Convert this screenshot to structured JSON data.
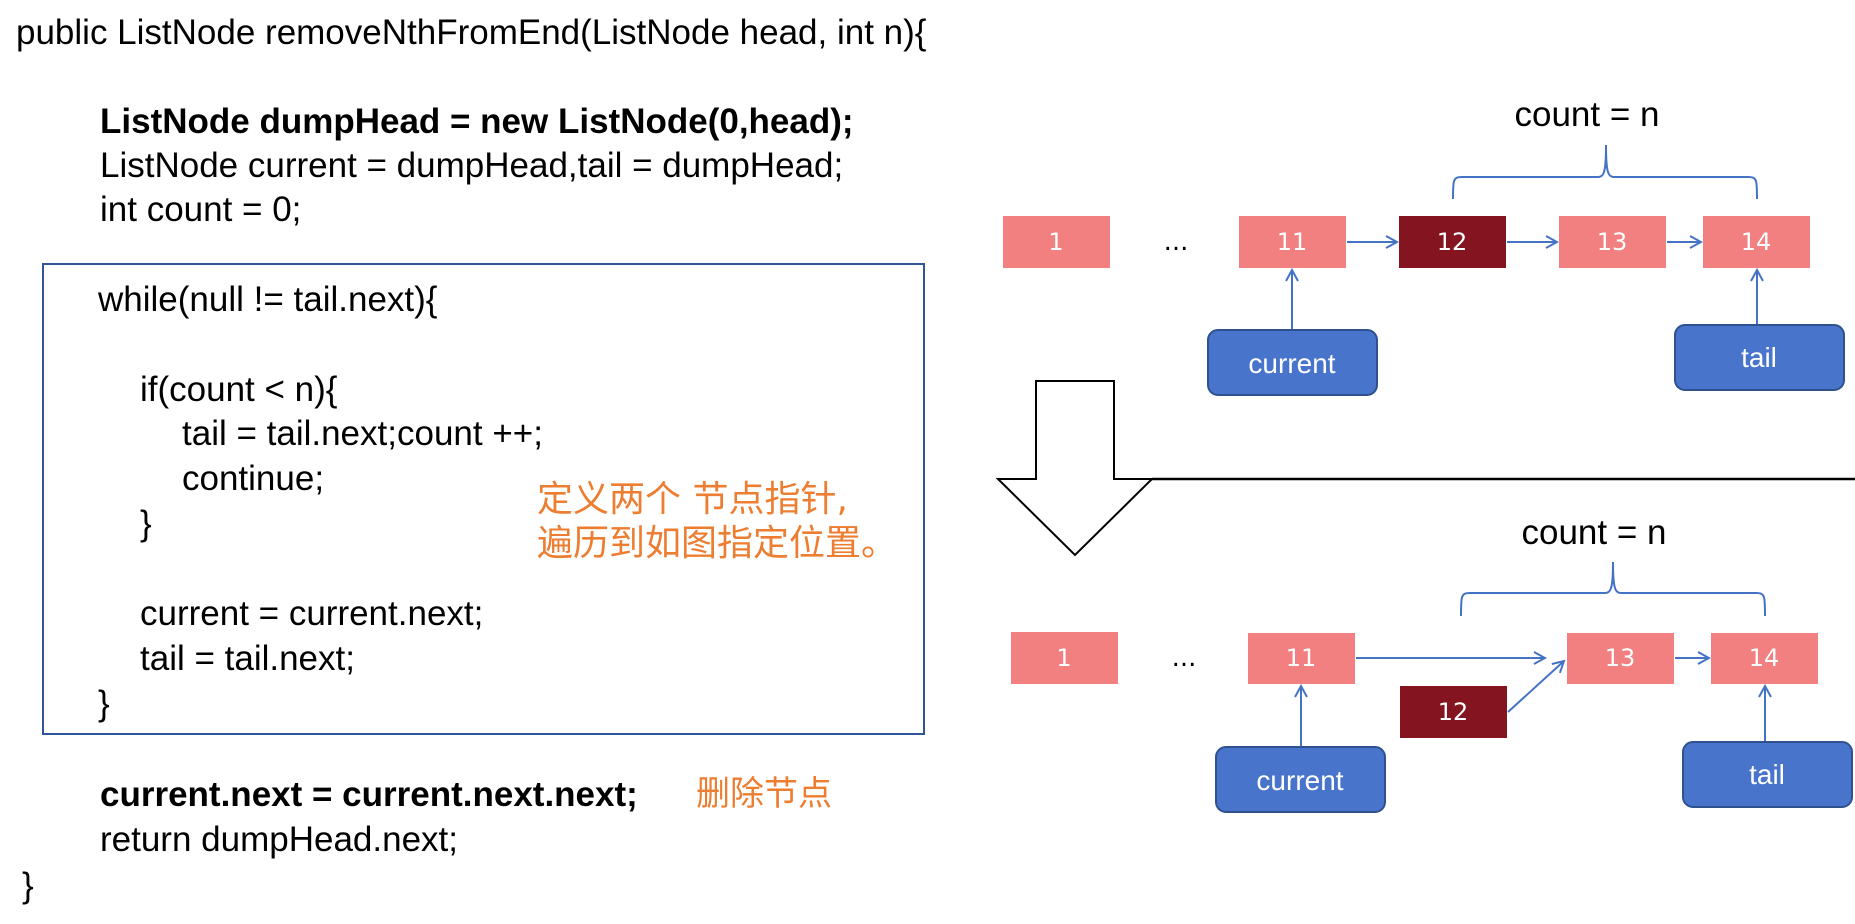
{
  "code": {
    "signature": "public ListNode removeNthFromEnd(ListNode head, int n){",
    "line_dump_head": "ListNode dumpHead = new ListNode(0,head);",
    "line_pointers": "ListNode current = dumpHead,tail = dumpHead;",
    "line_count": "int count = 0;",
    "loop": {
      "while_line": "while(null != tail.next){",
      "if_line": "if(count < n){",
      "advance_tail": "tail = tail.next;count ++;",
      "continue_line": "continue;",
      "if_close": "}",
      "advance_current": "current = current.next;",
      "advance_tail_2": "tail = tail.next;",
      "while_close": "}"
    },
    "delete_line": "current.next = current.next.next;",
    "return_line": "return dumpHead.next;",
    "method_close": "}"
  },
  "annotations": {
    "loop_note_line1": "定义两个 节点指针,",
    "loop_note_line2": "遍历到如图指定位置。",
    "delete_note": "删除节点"
  },
  "diagram": {
    "colors": {
      "node": "#F28080",
      "removed_node": "#84141F",
      "pointer": "#4874CB",
      "pointer_border": "#2F528F",
      "arrow": "#4472C4",
      "note": "#ED7D31",
      "loop_border": "#2F5597"
    },
    "ellipsis": "...",
    "before": {
      "count_label": "count = n",
      "nodes": [
        "1",
        "11",
        "12",
        "13",
        "14"
      ],
      "removed_node": "12",
      "current_label": "current",
      "tail_label": "tail"
    },
    "after": {
      "count_label": "count = n",
      "nodes": [
        "1",
        "11",
        "12",
        "13",
        "14"
      ],
      "removed_node": "12",
      "current_label": "current",
      "tail_label": "tail"
    }
  }
}
